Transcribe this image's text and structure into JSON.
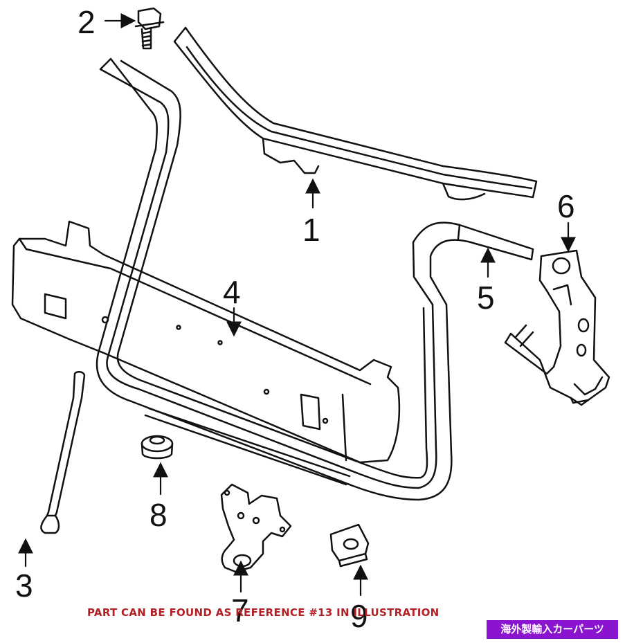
{
  "callouts": {
    "c1": "1",
    "c2": "2",
    "c3": "3",
    "c4": "4",
    "c5": "5",
    "c6": "6",
    "c7": "7",
    "c8": "8",
    "c9": "9"
  },
  "note": "PART CAN BE FOUND AS REFERENCE #13 IN ILLUSTRATION",
  "badge": "海外製輸入カーパーツ",
  "colors": {
    "line": "#111111",
    "note": "#b21f24",
    "badge": "#8b14d1"
  }
}
